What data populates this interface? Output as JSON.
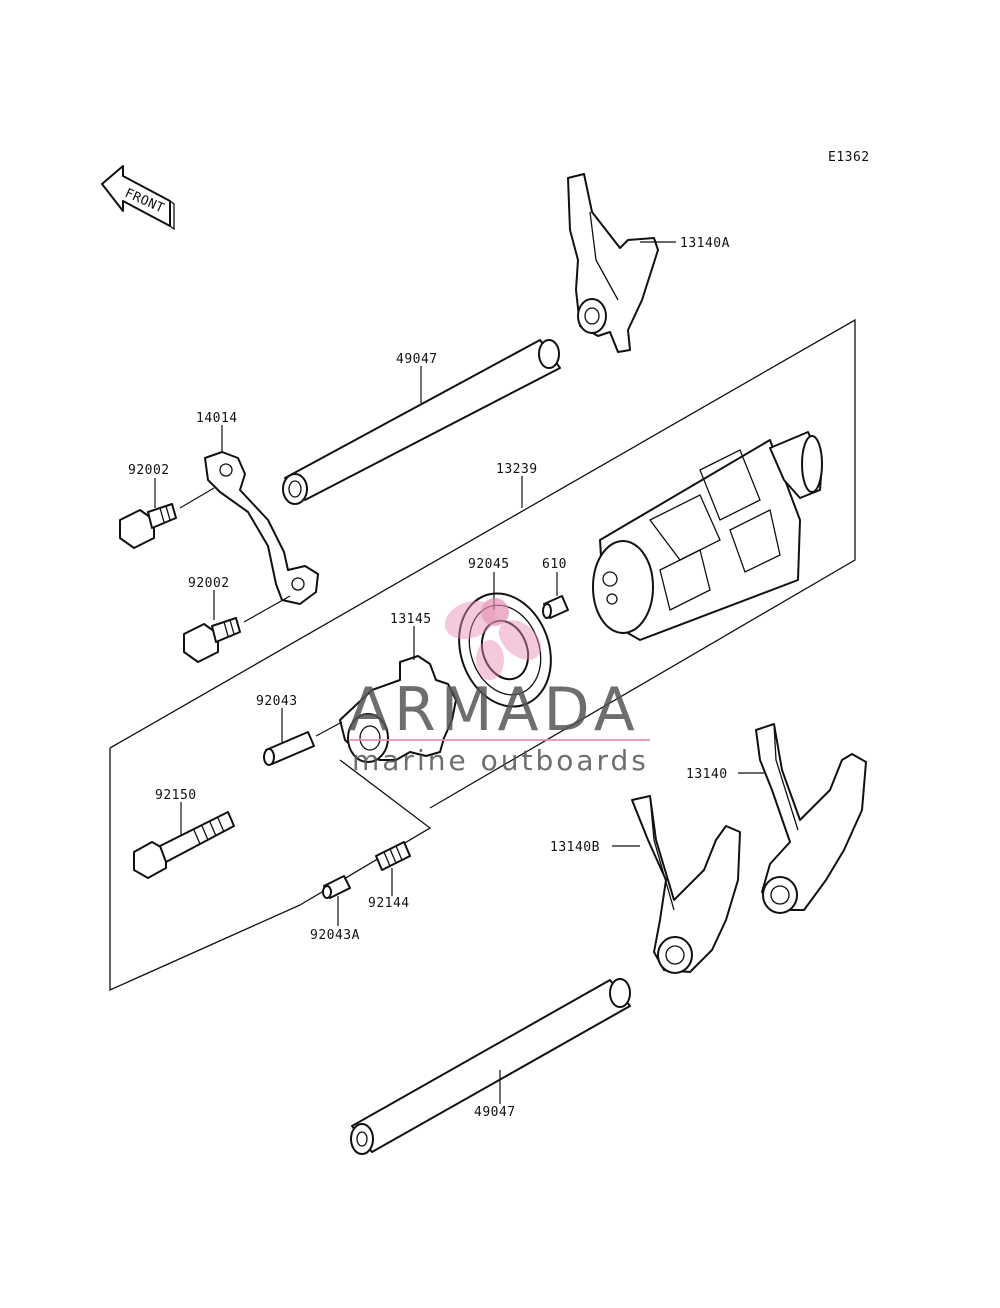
{
  "diagram": {
    "code": "E1362",
    "direction_label": "FRONT",
    "parts": {
      "fork_a": "13140A",
      "shaft_upper": "49047",
      "plate": "14014",
      "bolt_upper": "92002",
      "bolt_lower": "92002",
      "drum": "13239",
      "bearing": "92045",
      "pin_610": "610",
      "cam": "13145",
      "pin_92043": "92043",
      "bolt_92150": "92150",
      "spring": "92144",
      "pin_92043a": "92043A",
      "fork": "13140",
      "fork_b": "13140B",
      "shaft_lower": "49047"
    }
  },
  "watermark": {
    "brand": "ARMADA",
    "tagline": "marine outboards",
    "text_color": "#555555",
    "accent_color": "#e58bb3"
  }
}
